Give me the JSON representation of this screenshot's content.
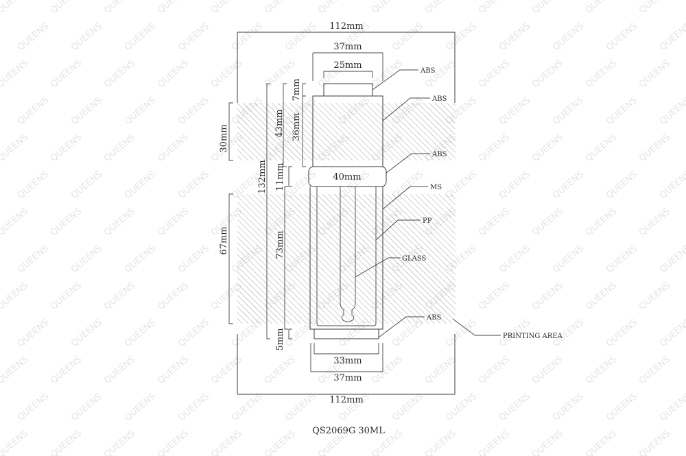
{
  "watermark": "QUEENS",
  "model": "QS2069G 30ML",
  "dims": {
    "overall_width_top": "112mm",
    "overall_width_bottom": "112mm",
    "cap_outer": "37mm",
    "cap_top": "25mm",
    "collar": "40mm",
    "base_inner": "33mm",
    "base_outer": "37mm",
    "top_print_height": "30mm",
    "bottom_print_height": "67mm",
    "total_height": "132mm",
    "upper_height": "43mm",
    "cap_top_height": "7mm",
    "cap_height": "36mm",
    "collar_height": "11mm",
    "body_height": "73mm",
    "base_height": "5mm"
  },
  "materials": {
    "cap_top": "ABS",
    "cap": "ABS",
    "collar": "ABS",
    "sleeve": "MS",
    "pipette": "PP",
    "glass": "GLASS",
    "base": "ABS",
    "printing_area": "PRINTING AREA"
  }
}
